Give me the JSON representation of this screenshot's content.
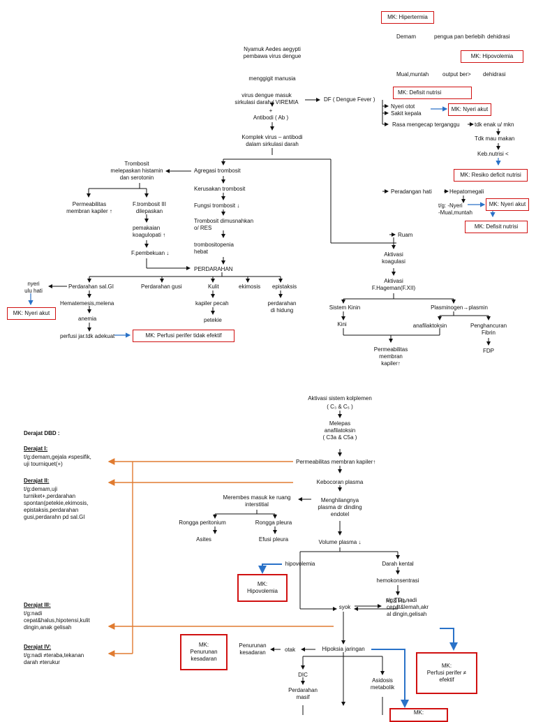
{
  "mk_boxes": {
    "hipertermia": "MK: Hipertermia",
    "hipovolemia_top": "MK: Hipovolemia",
    "defisit_nutrisi_1": "MK: Defisit nutrisi",
    "nyeri_akut_1": "MK: Nyeri akut",
    "resiko_defisit": "MK: Resiko deficit nutrisi",
    "nyeri_akut_2": "MK: Nyeri akut",
    "defisit_nutrisi_2": "MK: Defisit nutrisi",
    "nyeri_akut_left": "MK: Nyeri akut",
    "perfusi_perifer_top": "MK: Perfusi perifer tidak efektif",
    "hipovolemia_bottom": "MK:\nHipovolemia",
    "penurunan_kesadaran": "MK:\nPenurunan\nkesadaran",
    "perfusi_perifer_bottom": "MK:\nPerfusi perifer ≠\nefektif",
    "bottom_cut": "MK:"
  },
  "top_right": {
    "row1": [
      "Demam",
      "pengua pan berlebih",
      "dehidrasi"
    ],
    "row2": [
      "Mual,muntah",
      "output ber>",
      "dehidrasi"
    ]
  },
  "center_flow": {
    "nyamuk": "Nyamuk Aedes aegypti\npembawa virus dengue",
    "menggigit": "menggigit manusia",
    "virus": "virus dengue masuk\nsirkulasi darah / VIREMIA",
    "plus": "+",
    "antibodi": "Antibodi ( Ab )",
    "komplek": "Komplek virus – antibodi\ndalam sirkulasi darah",
    "df": "DF ( Dengue Fever )"
  },
  "df_branch": {
    "nyeri_otot": "Nyeri otot",
    "sakit_kepala": "Sakit kepala",
    "rasa": "Rasa mengecap terganggu",
    "tdk_enak": "tdk enak u/ mkn",
    "tdk_mau": "Tdk mau makan",
    "keb_nutrisi": "Keb.nutrisi <",
    "peradangan": "Peradangan hati",
    "hepatomegali": "Hepatomegali",
    "tg_nyeri": "t/g: -Nyeri\n-Mual,muntah",
    "ruam": "Ruam"
  },
  "left_flow": {
    "trombosit": "Trombosit\nmelepaskan histamin\ndan serotonin",
    "permeabilitas": "Permeabilitas\nmembran kapiler ↑",
    "ftrombosit": "F.trombosit III\ndilepaskan",
    "pemakaian": "pemakaian\nkoagulopati ↑",
    "fpembekuan": "F.pembekuan ↓",
    "agregasi": "Agregasi trombosit",
    "kerusakan": "Kerusakan trombosit",
    "fungsi": "Fungsi trombosit ↓",
    "dimusnahkan": "Trombosit dimusnahkan\no/ RES",
    "trombositopenia": "trombositopenia\nhebat",
    "perdarahan": "PERDARAHAN",
    "sal_gi": "Perdarahan sal.GI",
    "gusi": "Perdarahan gusi",
    "kulit": "Kulit",
    "ekimosis": "ekimosis",
    "epistaksis": "epistaksis",
    "nyeri_ulu": "nyeri\nulu hati",
    "hematemesis": "Hematemesis,melena",
    "anemia": "anemia",
    "perfusi_jar": "perfusi jar.tdk adekuat",
    "kapiler_pecah": "kapiler pecah",
    "petekie": "petekie",
    "di_hidung": "perdarahan\ndi hidung"
  },
  "right_coag": {
    "aktivasi_koag": "Aktivasi\nkoagulasi",
    "aktivasi_f": "Aktivasi\nF.Hageman(F.XII)",
    "kinin_sys": "Sistem Kinin",
    "plasminogen": "Plasminogen→plasmin",
    "kini": "Kini",
    "anafilaktoksin": "anafilaktoksin",
    "penghancuran": "Penghancuran\nFibrin",
    "fdp": "FDP",
    "permeabilitas": "Permeabilitas\nmembran\nkapiler↑"
  },
  "bottom_flow": {
    "aktivasi_komplemen": "Aktivasi sistem kolplemen",
    "c3c5": "( C₃ & C₅ )",
    "melepas": "Melepas\nanafilatoksin\n( C3a & C5a )",
    "perm_kapiler": "Permeabilitas membran kapiler↑",
    "kebocoran": "Kebocoran plasma",
    "merembes": "Merembes masuk ke ruang\ninterstitial",
    "menghilangnya": "Menghilangnya\nplasma dr dinding\nendotel",
    "rongga_perit": "Rongga peritonium",
    "rongga_pleura": "Rongga pleura",
    "asites": "Asites",
    "efusi": "Efusi pleura",
    "volume": "Volume plasma ↓",
    "hipovolemia": "hipovolemia",
    "darah_kental": "Darah kental",
    "hemokonsentrasi": "hemokonsentrasi",
    "ht_hb": "Ht & Hb ↑",
    "syok": "syok",
    "tg_td": "t/g:TD↓,nadi\ncepat&lemah,akr\nal dingin,gelisah",
    "hipoksia": "Hipoksia jaringan",
    "otak": "otak",
    "penurunan": "Penurunan\nkesadaran",
    "dic": "DIC",
    "perdarahan_masif": "Perdarahan\nmasif",
    "asidosis": "Asidosis\nmetabolik"
  },
  "derajat": {
    "title": "Derajat DBD :",
    "d1_title": "Derajat I:",
    "d1_text": "t/g:demam,gejala ≠spesifik,\nuji tourniquet(+)",
    "d2_title": "Derajat II:",
    "d2_text": "t/g:demam,uji\nturniket+,perdarahan\nspontan(petekie,ekimosis,\nepistaksis,perdarahan\ngusi,perdarahn pd sal.GI",
    "d3_title": "Derajat III:",
    "d3_text": "t/g:nadi\ncepat&halus,hipotensi,kulit\ndingin,anak gelisah",
    "d4_title": "Derajat IV:",
    "d4_text": "t/g:nadi ≠teraba,tekanan\ndarah ≠terukur"
  },
  "colors": {
    "mk_border": "#d01010",
    "orange": "#e07b30",
    "blue": "#2a72c8",
    "line": "#111111"
  }
}
